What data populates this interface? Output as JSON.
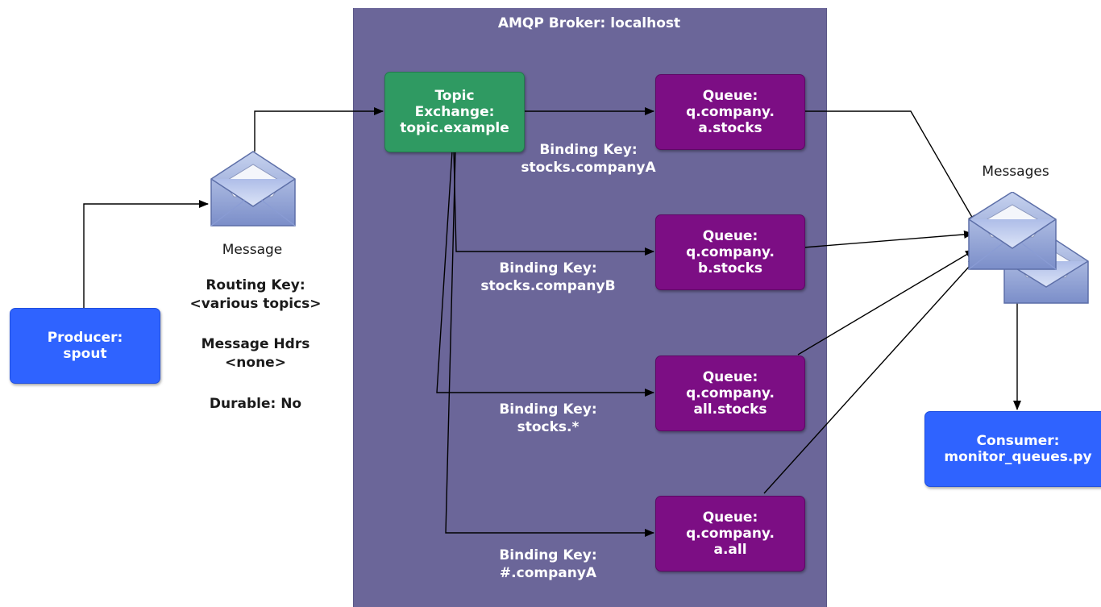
{
  "broker": {
    "title": "AMQP Broker: localhost"
  },
  "producer": {
    "line1": "Producer:",
    "line2": "spout"
  },
  "consumer": {
    "line1": "Consumer:",
    "line2": "monitor_queues.py"
  },
  "exchange": {
    "line1": "Topic",
    "line2": "Exchange:",
    "line3": "topic.example"
  },
  "message": {
    "label": "Message",
    "routing_key_title": "Routing Key:",
    "routing_key_value": "<various topics>",
    "hdrs_title": "Message Hdrs",
    "hdrs_value": "<none>",
    "durable": "Durable: No"
  },
  "messages_label": "Messages",
  "queues": [
    {
      "line1": "Queue:",
      "line2": "q.company.",
      "line3": "a.stocks"
    },
    {
      "line1": "Queue:",
      "line2": "q.company.",
      "line3": "b.stocks"
    },
    {
      "line1": "Queue:",
      "line2": "q.company.",
      "line3": "all.stocks"
    },
    {
      "line1": "Queue:",
      "line2": "q.company.",
      "line3": "a.all"
    }
  ],
  "bindings": [
    {
      "title": "Binding Key:",
      "key": "stocks.companyA"
    },
    {
      "title": "Binding Key:",
      "key": "stocks.companyB"
    },
    {
      "title": "Binding Key:",
      "key": "stocks.*"
    },
    {
      "title": "Binding Key:",
      "key": "#.companyA"
    }
  ],
  "colors": {
    "broker_bg": "#6b6699",
    "exchange": "#2f9a62",
    "queue": "#7c0e84",
    "client": "#2f63ff"
  },
  "icons": {
    "message": "envelope-icon",
    "messages": "envelope-stack-icon"
  }
}
